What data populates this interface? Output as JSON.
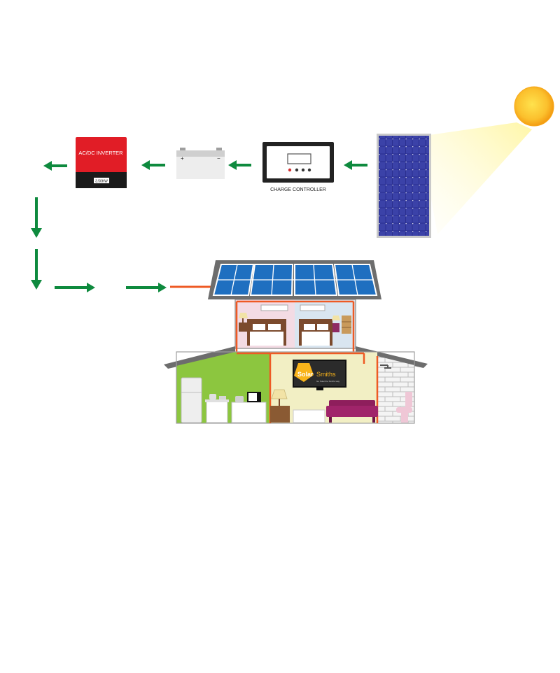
{
  "inverter": {
    "title": "AC/DC INVERTER",
    "rating": "3.50KW",
    "color": "#e11d26"
  },
  "battery": {
    "plus": "+",
    "minus": "−"
  },
  "charge_controller": {
    "label": "CHARGE CONTROLLER"
  },
  "house": {
    "tv_brand_part1": "Solar",
    "tv_brand_part2": "Smiths",
    "tv_tagline": "Go Solar the Smiths way"
  },
  "colors": {
    "arrow": "#0e8a3e",
    "wire": "#ee5a24",
    "sun": "#f9b41b",
    "panel_blue": "#1f6fc0",
    "kitchen_green": "#8cc63f",
    "living_cream": "#f2efc4",
    "bedroom_pink": "#f3dbe4",
    "bedroom_blue": "#d9e5f0"
  },
  "icons": [
    "sun-icon",
    "solar-panel-icon",
    "charge-controller-icon",
    "battery-icon",
    "inverter-icon",
    "house-icon",
    "flow-arrow-icon"
  ]
}
